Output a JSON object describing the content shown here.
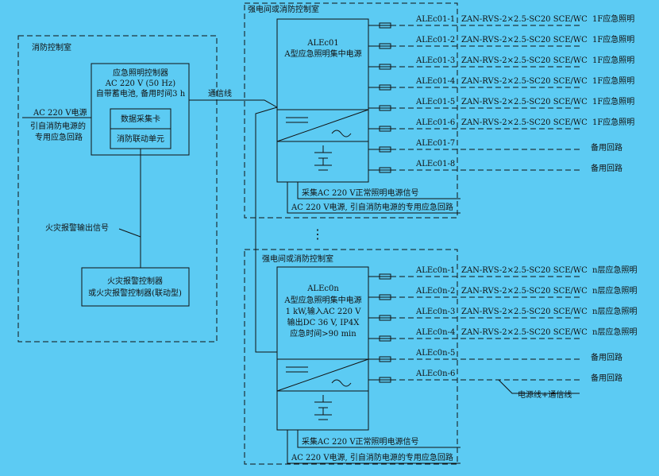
{
  "fire_room": {
    "label": "消防控制室",
    "controller": [
      "应急照明控制器",
      "AC 220 V (50 Hz)",
      "自带蓄电池, 备用时间3 h"
    ],
    "data_card": "数据采集卡",
    "linkage_unit": "消防联动单元",
    "ac_power": [
      "AC 220 V电源",
      "引自消防电源的",
      "专用应急回路"
    ],
    "alarm_signal": "火灾报警输出信号",
    "alarm_controller": [
      "火灾报警控制器",
      "或火灾报警控制器(联动型)"
    ]
  },
  "comm_line": "通信线",
  "ellipsis": "⋮",
  "panel1": {
    "room_label": "强电间或消防控制室",
    "title": [
      "ALEc01",
      "A型应急照明集中电源"
    ],
    "circuits": [
      {
        "id": "ALEc01-1",
        "cable": "ZAN-RVS-2×2.5-SC20  SCE/WC",
        "load": "1F应急照明"
      },
      {
        "id": "ALEc01-2",
        "cable": "ZAN-RVS-2×2.5-SC20  SCE/WC",
        "load": "1F应急照明"
      },
      {
        "id": "ALEc01-3",
        "cable": "ZAN-RVS-2×2.5-SC20  SCE/WC",
        "load": "1F应急照明"
      },
      {
        "id": "ALEc01-4",
        "cable": "ZAN-RVS-2×2.5-SC20  SCE/WC",
        "load": "1F应急照明"
      },
      {
        "id": "ALEc01-5",
        "cable": "ZAN-RVS-2×2.5-SC20  SCE/WC",
        "load": "1F应急照明"
      },
      {
        "id": "ALEc01-6",
        "cable": "ZAN-RVS-2×2.5-SC20  SCE/WC",
        "load": "1F应急照明"
      },
      {
        "id": "ALEc01-7",
        "cable": "",
        "load": "备用回路"
      },
      {
        "id": "ALEc01-8",
        "cable": "",
        "load": "备用回路"
      }
    ],
    "note1": "采集AC 220 V正常照明电源信号",
    "note2": "AC 220 V电源, 引自消防电源的专用应急回路"
  },
  "panel2": {
    "room_label": "强电间或消防控制室",
    "title": [
      "ALEc0n",
      "A型应急照明集中电源",
      "1 kW,输入AC 220 V",
      "输出DC 36 V, IP4X",
      "应急时间>90 min"
    ],
    "circuits": [
      {
        "id": "ALEc0n-1",
        "cable": "ZAN-RVS-2×2.5-SC20  SCE/WC",
        "load": "n层应急照明"
      },
      {
        "id": "ALEc0n-2",
        "cable": "ZAN-RVS-2×2.5-SC20  SCE/WC",
        "load": "n层应急照明"
      },
      {
        "id": "ALEc0n-3",
        "cable": "ZAN-RVS-2×2.5-SC20  SCE/WC",
        "load": "n层应急照明"
      },
      {
        "id": "ALEc0n-4",
        "cable": "ZAN-RVS-2×2.5-SC20  SCE/WC",
        "load": "n层应急照明"
      },
      {
        "id": "ALEc0n-5",
        "cable": "",
        "load": "备用回路"
      },
      {
        "id": "ALEc0n-6",
        "cable": "",
        "load": "备用回路"
      }
    ],
    "cable_note": "电源线+通信线",
    "note1": "采集AC 220 V正常照明电源信号",
    "note2": "AC 220 V电源, 引自消防电源的专用应急回路"
  }
}
